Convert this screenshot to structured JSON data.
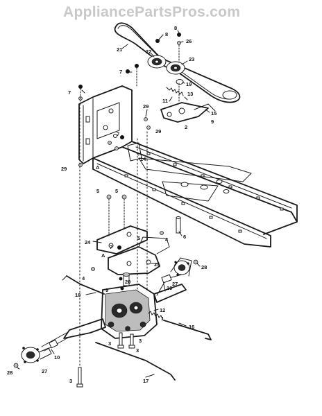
{
  "watermark": "AppliancePartsPros.com",
  "callouts": [
    {
      "id": "c8a",
      "text": "8"
    },
    {
      "id": "c8b",
      "text": "8"
    },
    {
      "id": "c26",
      "text": "26"
    },
    {
      "id": "c21",
      "text": "21"
    },
    {
      "id": "c22",
      "text": "22"
    },
    {
      "id": "c23",
      "text": "23"
    },
    {
      "id": "c19",
      "text": "19"
    },
    {
      "id": "c13",
      "text": "13"
    },
    {
      "id": "c11",
      "text": "11"
    },
    {
      "id": "c15",
      "text": "15"
    },
    {
      "id": "c9a",
      "text": "9"
    },
    {
      "id": "c2",
      "text": "2"
    },
    {
      "id": "c7a",
      "text": "7"
    },
    {
      "id": "c7b",
      "text": "7"
    },
    {
      "id": "c7c",
      "text": "7"
    },
    {
      "id": "c29a",
      "text": "29"
    },
    {
      "id": "c29b",
      "text": "29"
    },
    {
      "id": "c29c",
      "text": "29"
    },
    {
      "id": "c14",
      "text": "14"
    },
    {
      "id": "cA1",
      "text": "A"
    },
    {
      "id": "c5a",
      "text": "5"
    },
    {
      "id": "c5b",
      "text": "5"
    },
    {
      "id": "c6",
      "text": "6"
    },
    {
      "id": "c24",
      "text": "24"
    },
    {
      "id": "c5c",
      "text": "5"
    },
    {
      "id": "c7d",
      "text": "7"
    },
    {
      "id": "c4a",
      "text": "4"
    },
    {
      "id": "cA2",
      "text": "A"
    },
    {
      "id": "c25",
      "text": "25"
    },
    {
      "id": "c28a",
      "text": "28"
    },
    {
      "id": "c4b",
      "text": "4"
    },
    {
      "id": "c20",
      "text": "20"
    },
    {
      "id": "c9b",
      "text": "9"
    },
    {
      "id": "c10a",
      "text": "10"
    },
    {
      "id": "c27a",
      "text": "27"
    },
    {
      "id": "c18",
      "text": "18"
    },
    {
      "id": "c1",
      "text": "1"
    },
    {
      "id": "c12",
      "text": "12"
    },
    {
      "id": "c16",
      "text": "16"
    },
    {
      "id": "c3a",
      "text": "3"
    },
    {
      "id": "c3b",
      "text": "3"
    },
    {
      "id": "c3c",
      "text": "3"
    },
    {
      "id": "c10b",
      "text": "10"
    },
    {
      "id": "c27b",
      "text": "27"
    },
    {
      "id": "c28b",
      "text": "28"
    },
    {
      "id": "c3d",
      "text": "3"
    },
    {
      "id": "c17",
      "text": "17"
    }
  ]
}
